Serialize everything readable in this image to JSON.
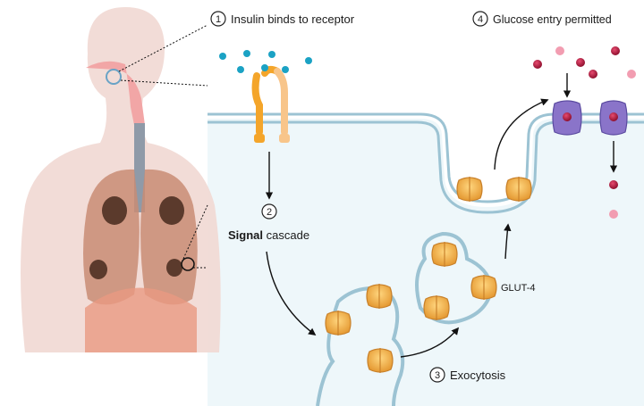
{
  "steps": [
    {
      "number": "1",
      "label": "Insulin binds to receptor"
    },
    {
      "number": "2",
      "label_bold": "Signal",
      "label_rest": " cascade"
    },
    {
      "number": "3",
      "label": "Exocytosis"
    },
    {
      "number": "4",
      "label": "Glucose entry permitted"
    }
  ],
  "labels": {
    "transporter": "GLUT-4"
  },
  "colors": {
    "cytoplasm": "#eef7fa",
    "membrane": "#9cc3d3",
    "receptor": "#f4a52a",
    "insulin": "#1ba2c4",
    "glucose": "#b8163d",
    "glut4": "#f2b24e",
    "channel": "#8a74c9",
    "body": "#f1d8d3",
    "lungs": "#c98c74"
  }
}
